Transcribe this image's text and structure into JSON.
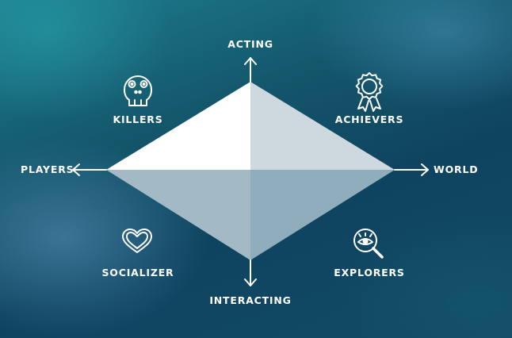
{
  "axes": {
    "top": "ACTING",
    "bottom": "INTERACTING",
    "left": "PLAYERS",
    "right": "WORLD"
  },
  "quadrants": {
    "killers": {
      "label": "KILLERS",
      "icon": "skull-icon"
    },
    "achievers": {
      "label": "ACHIEVERS",
      "icon": "medal-icon"
    },
    "socializer": {
      "label": "SOCIALIZER",
      "icon": "heart-icon"
    },
    "explorers": {
      "label": "EXPLORERS",
      "icon": "magnifier-eye-icon"
    }
  },
  "colors": {
    "diamond_top_left": "#ffffff",
    "diamond_top_right": "#cdd9df",
    "diamond_bottom_left": "#9fb7c3",
    "diamond_bottom_right": "#8eabb9",
    "lines": "#ffffff"
  }
}
